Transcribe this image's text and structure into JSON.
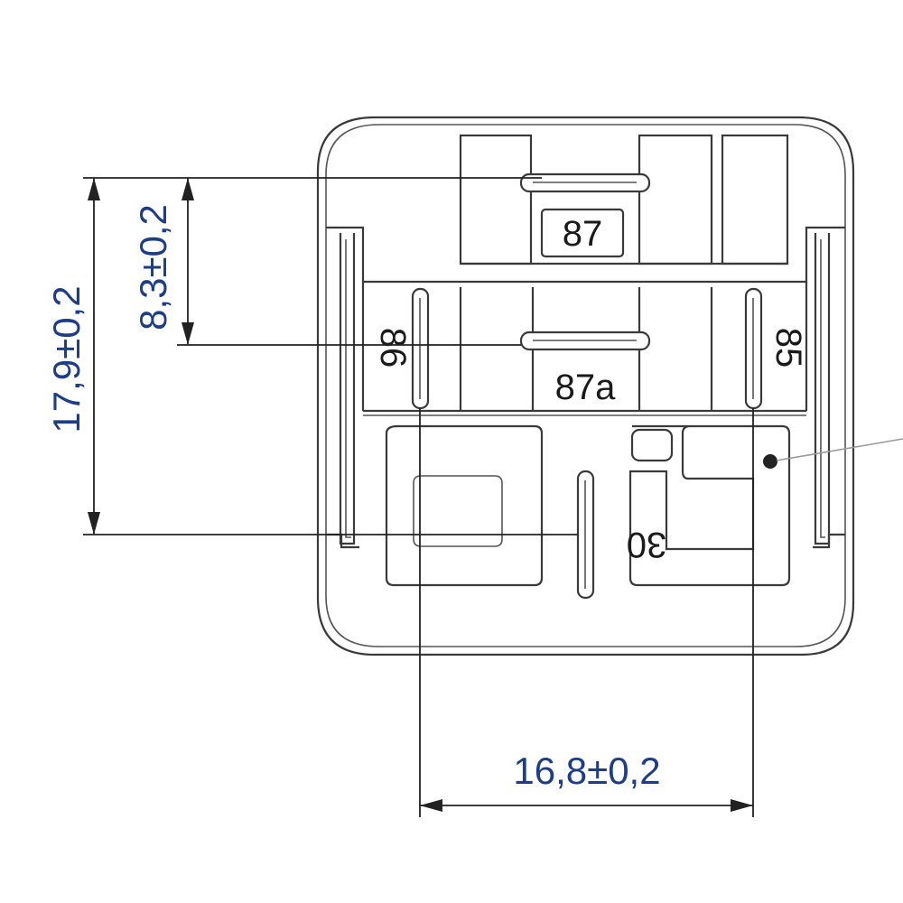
{
  "dimensions": {
    "height_outer": "17,9±0,2",
    "height_inner": "8,3±0,2",
    "width": "16,8±0,2"
  },
  "pins": {
    "pin_87": "87",
    "pin_87a": "87a",
    "pin_86": "86",
    "pin_85": "85",
    "pin_30": "30"
  },
  "colors": {
    "dimension_text": "#1d3e86",
    "outline": "#3a3a3a"
  }
}
